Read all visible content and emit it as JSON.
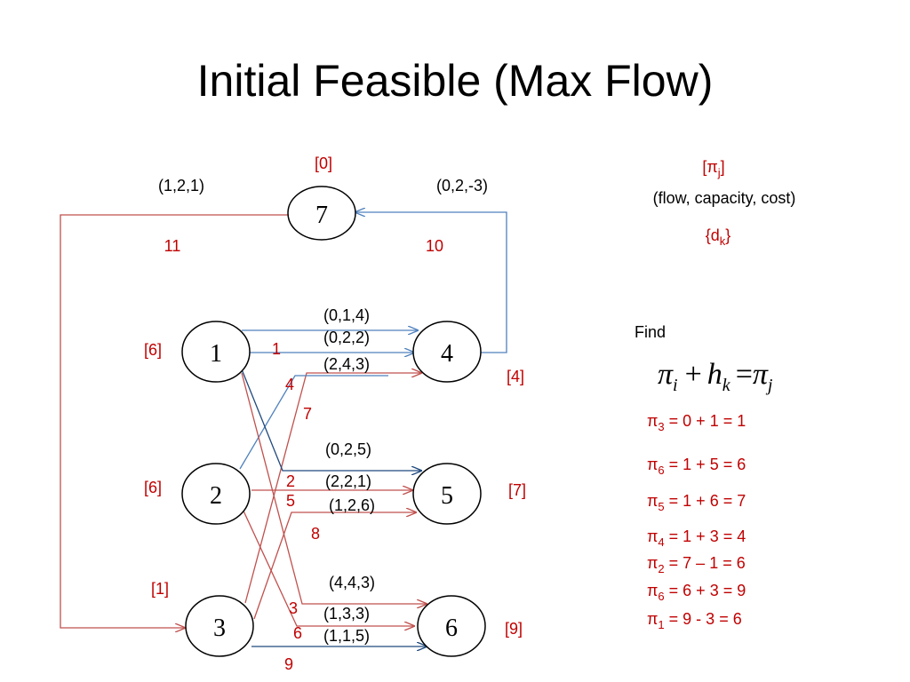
{
  "title": "Initial Feasible (Max Flow)",
  "colors": {
    "black": "#000000",
    "red": "#c00000",
    "blue": "#2e5a8c",
    "red_edge": "#c0504d",
    "blue_edge": "#4f81bd"
  },
  "nodes": [
    {
      "id": "1",
      "label": "1",
      "potential": "[6]"
    },
    {
      "id": "2",
      "label": "2",
      "potential": "[6]"
    },
    {
      "id": "3",
      "label": "3",
      "potential": "[1]"
    },
    {
      "id": "4",
      "label": "4",
      "potential": "[4]"
    },
    {
      "id": "5",
      "label": "5",
      "potential": "[7]"
    },
    {
      "id": "6",
      "label": "6",
      "potential": "[9]"
    },
    {
      "id": "7",
      "label": "7",
      "potential": "[0]"
    }
  ],
  "edge_labels": [
    "(1,2,1)",
    "(0,2,-3)",
    "(0,1,4)",
    "(0,2,2)",
    "(2,4,3)",
    "(0,2,5)",
    "(2,2,1)",
    "(1,2,6)",
    "(4,4,3)",
    "(1,3,3)",
    "(1,1,5)"
  ],
  "edge_numbers": [
    "11",
    "10",
    "1",
    "4",
    "7",
    "2",
    "5",
    "8",
    "3",
    "6",
    "9"
  ],
  "legend": {
    "pi": "[π",
    "sub_j": "j",
    "close": "]",
    "flow_cap_cost": "(flow, capacity, cost)",
    "d_open": "{d",
    "sub_k": "k",
    "d_close": "}"
  },
  "find_label": "Find",
  "formula": {
    "pi": "π",
    "i": "i",
    "plus": "+",
    "h": "h",
    "k": "k",
    "equals": "=",
    "j": "j"
  },
  "equations": [
    {
      "sub": "3",
      "text": " = 0 + 1 = 1"
    },
    {
      "sub": "6",
      "text": " = 1 + 5 = 6"
    },
    {
      "sub": "5",
      "text": " = 1 + 6 = 7"
    },
    {
      "sub": "4",
      "text": " = 1 + 3 = 4"
    },
    {
      "sub": "2",
      "text": " = 7 – 1 = 6"
    },
    {
      "sub": "6",
      "text": " = 6 + 3 = 9"
    },
    {
      "sub": "1",
      "text": " = 9 - 3 = 6"
    }
  ]
}
